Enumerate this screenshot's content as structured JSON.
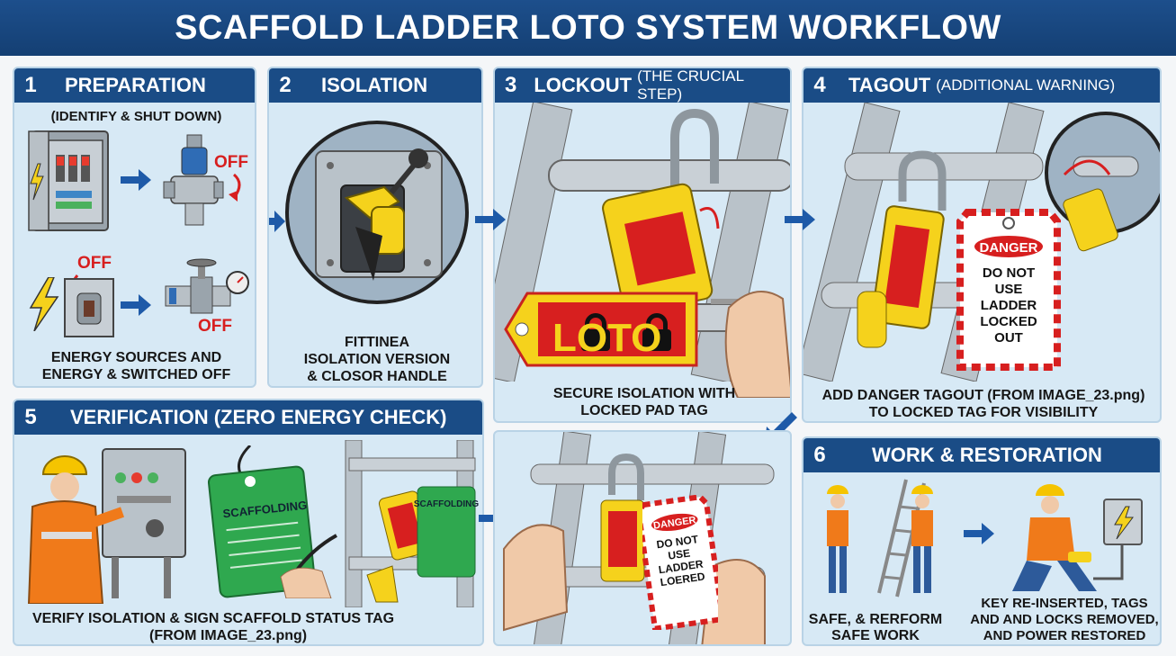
{
  "title": "SCAFFOLD LADDER LOTO SYSTEM WORKFLOW",
  "panels": {
    "p1": {
      "num": "1",
      "title": "PREPARATION",
      "subtitle": "(IDENTIFY & SHUT DOWN)",
      "off1": "OFF",
      "off2": "OFF",
      "off3": "OFF",
      "caption_1": "ENERGY SOURCES AND",
      "caption_2": "ENERGY & SWITCHED OFF"
    },
    "p2": {
      "num": "2",
      "title": "ISOLATION",
      "caption_1": "FITTINEA",
      "caption_2": "ISOLATION VERSION",
      "caption_3": "& CLOSOR HANDLE"
    },
    "p3": {
      "num": "3",
      "title": "LOCKOUT",
      "title_sub": "(THE CRUCIAL STEP)",
      "tag_text": "LOTO",
      "caption_1": "SECURE ISOLATION WITH",
      "caption_2": "LOCKED PAD TAG"
    },
    "p4": {
      "num": "4",
      "title": "TAGOUT",
      "title_sub": "(ADDITIONAL WARNING)",
      "danger_head": "DANGER",
      "danger_body": [
        "DO NOT",
        "USE",
        "LADDER",
        "LOCKED",
        "OUT"
      ],
      "caption_1": "ADD DANGER TAGOUT (FROM IMAGE_23.png)",
      "caption_2": "TO LOCKED TAG FOR VISIBILITY"
    },
    "p5": {
      "num": "5",
      "title": "VERIFICATION (ZERO ENERGY CHECK)",
      "green_tag": "SCAFFOLDING",
      "green_tag2": "SCAFFOLDING",
      "caption_1": "VERIFY ISOLATION & SIGN SCAFFOLD STATUS TAG",
      "caption_2": "(FROM IMAGE_23.png)"
    },
    "p5b": {
      "danger_head": "DANGER",
      "danger_body": [
        "DO NOT",
        "USE",
        "LADDER",
        "LOERED"
      ]
    },
    "p6": {
      "num": "6",
      "title": "WORK & RESTORATION",
      "caption_left_1": "SAFE, & RERFORM",
      "caption_left_2": "SAFE WORK",
      "caption_right_1": "KEY RE-INSERTED, TAGS",
      "caption_right_2": "AND AND LOCKS REMOVED,",
      "caption_right_3": "AND POWER RESTORED"
    }
  },
  "colors": {
    "header_blue": "#1a4c86",
    "panel_bg": "#d7e9f5",
    "arrow_blue": "#1e5aa8",
    "lock_yellow": "#f5d21c",
    "loto_red": "#d71f1f",
    "tag_green": "#2fa84f"
  }
}
